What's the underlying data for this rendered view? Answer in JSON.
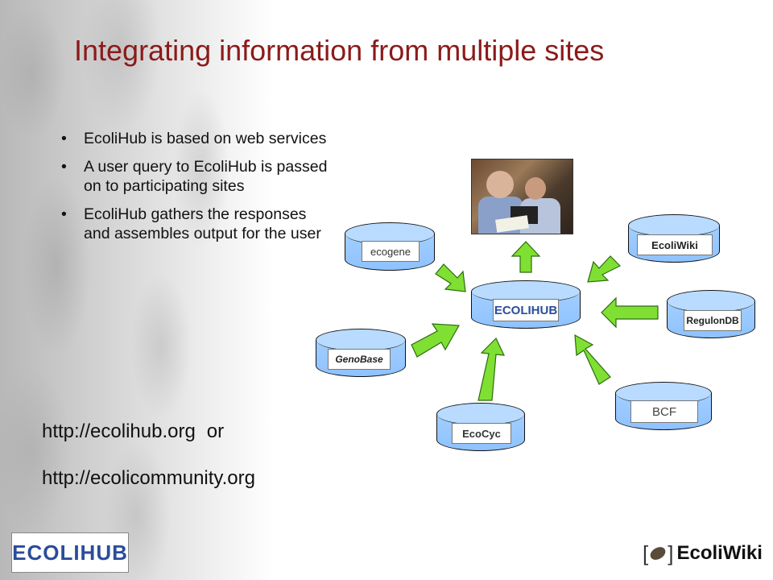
{
  "title": "Integrating information from multiple sites",
  "bullets": [
    "EcoliHub is based on web services",
    "A user query to EcoliHub is passed on to participating sites",
    "EcoliHub gathers the responses and assembles output for the user"
  ],
  "links": {
    "url1": "http://ecolihub.org",
    "or": "or",
    "url2": "http://ecolicommunity.org"
  },
  "nodes": {
    "center": "ECOLIHUB",
    "ecogene": "ecogene",
    "ecoliwiki": "EcoliWiki",
    "regulondb": "RegulonDB",
    "genobase": "GenoBase",
    "ecocyc": "EcoCyc",
    "bcf": "BCF"
  },
  "footer": {
    "left_logo": "ECOLIHUB",
    "right_logo": "EcoliWiki"
  },
  "colors": {
    "title": "#8b1a1a",
    "cylinder": "#9ccaff",
    "arrow": "#7fe033"
  }
}
